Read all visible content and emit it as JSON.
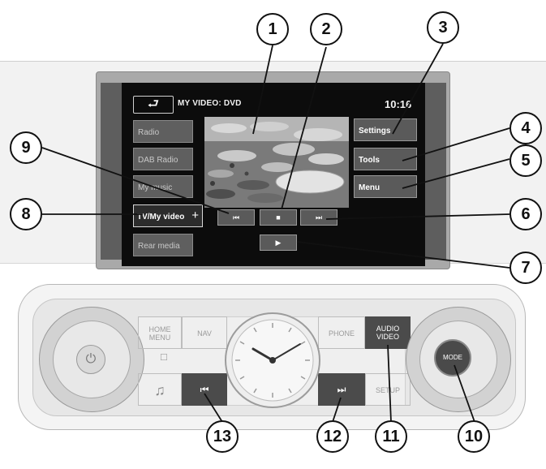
{
  "screen": {
    "back_icon": "back-arrow-icon",
    "back_glyph": "⮐",
    "title": "MY VIDEO: DVD",
    "clock": "10:16",
    "left_menu": [
      {
        "label": "Radio"
      },
      {
        "label": "DAB Radio"
      },
      {
        "label": "My music"
      },
      {
        "label": "TV/My video",
        "plus": "+"
      },
      {
        "label": "Rear media"
      }
    ],
    "right_menu": [
      {
        "label": "Settings"
      },
      {
        "label": "Tools"
      },
      {
        "label": "Menu"
      }
    ],
    "transport": {
      "prev": "⏮",
      "stop": "■",
      "next": "⏭",
      "play": "▶"
    }
  },
  "console": {
    "home_menu": "HOME\nMENU",
    "nav": "NAV",
    "phone": "PHONE",
    "audio_video": "AUDIO\nVIDEO",
    "setup": "SETUP",
    "mode": "MODE",
    "power_glyph": "⏻",
    "music_glyph": "♫",
    "square_glyph": "□",
    "prev_track_glyph": "⏮",
    "next_track_glyph": "⏭"
  },
  "callouts": [
    "1",
    "2",
    "3",
    "4",
    "5",
    "6",
    "7",
    "8",
    "9",
    "10",
    "11",
    "12",
    "13"
  ],
  "colors": {
    "screen_bg": "#0c0c0c",
    "button_gray": "#5f5f5f",
    "key_dark": "#4b4b4b"
  }
}
